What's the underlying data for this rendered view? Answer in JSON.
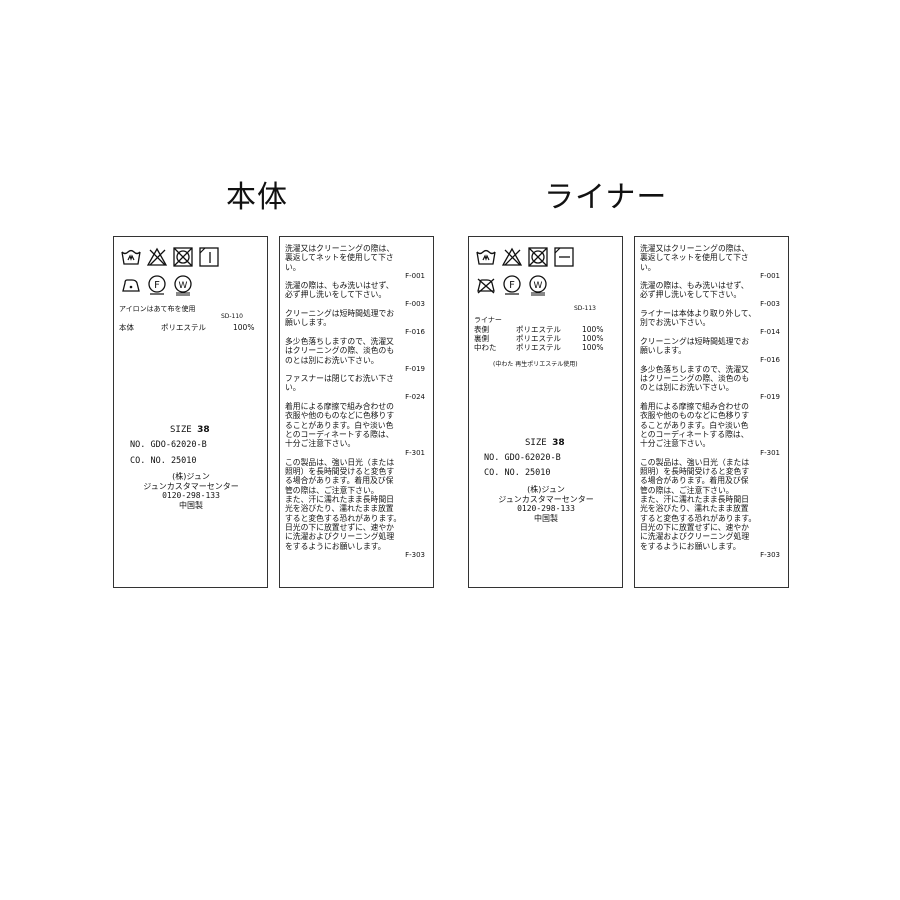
{
  "headings": {
    "body": "本体",
    "liner": "ライナー"
  },
  "body_label": {
    "care_icons": [
      "wash-basin-hand-wash-icon",
      "no-bleach-icon",
      "no-tumble-dry-icon",
      "line-dry-shade-icon",
      "iron-low-temp-icon",
      "dry-clean-f-icon",
      "wet-clean-w-icon"
    ],
    "iron_note": "アイロンはあて布を使用",
    "code": "SD-110",
    "material_part": "本体",
    "material_name": "ポリエステル",
    "material_pct": "100%",
    "size_label": "SIZE",
    "size_value": "38",
    "product_no": "NO. GDO-62020-B",
    "co_no": "CO. NO.  25010",
    "company": "(株)ジュン",
    "customer_center": "ジュンカスタマーセンター",
    "phone": "0120-298-133",
    "origin": "中国製"
  },
  "body_care": {
    "lines": [
      {
        "t": "洗濯又はクリーニングの際は、"
      },
      {
        "t": "裏返してネットを使用して下さ"
      },
      {
        "t": "い。"
      },
      {
        "c": "F-001"
      },
      {
        "t": "洗濯の際は、もみ洗いはせず、"
      },
      {
        "t": "必ず押し洗いをして下さい。"
      },
      {
        "c": "F-003"
      },
      {
        "t": "クリーニングは短時間処理でお"
      },
      {
        "t": "願いします。"
      },
      {
        "c": "F-016"
      },
      {
        "t": "多少色落ちしますので、洗濯又"
      },
      {
        "t": "はクリーニングの際、淡色のも"
      },
      {
        "t": "のとは別にお洗い下さい。"
      },
      {
        "c": "F-019"
      },
      {
        "t": "ファスナーは閉じてお洗い下さ"
      },
      {
        "t": "い。"
      },
      {
        "c": "F-024"
      },
      {
        "t": "着用による摩擦で組み合わせの"
      },
      {
        "t": "衣服や他のものなどに色移りす"
      },
      {
        "t": "ることがあります。白や淡い色"
      },
      {
        "t": "とのコーディネートする際は、"
      },
      {
        "t": "十分ご注意下さい。"
      },
      {
        "c": "F-301"
      },
      {
        "t": "この製品は、強い日光（または"
      },
      {
        "t": "照明）を長時間受けると変色す"
      },
      {
        "t": "る場合があります。着用及び保"
      },
      {
        "t": "管の際は、ご注意下さい。"
      },
      {
        "t": "また、汗に濡れたまま長時間日"
      },
      {
        "t": "光を浴びたり、濡れたまま放置"
      },
      {
        "t": "すると変色する恐れがあります。"
      },
      {
        "t": "日光の下に放置せずに、速やか"
      },
      {
        "t": "に洗濯およびクリーニング処理"
      },
      {
        "t": "をするようにお願いします。"
      },
      {
        "c": "F-303"
      }
    ]
  },
  "liner_label": {
    "care_icons": [
      "wash-basin-hand-wash-icon",
      "no-bleach-icon",
      "no-tumble-dry-icon",
      "flat-dry-shade-icon",
      "no-iron-icon",
      "dry-clean-f-icon",
      "wet-clean-w-icon"
    ],
    "code": "SD-113",
    "liner_title": "ライナー",
    "materials": [
      {
        "part": "表側",
        "name": "ポリエステル",
        "pct": "100%"
      },
      {
        "part": "裏側",
        "name": "ポリエステル",
        "pct": "100%"
      },
      {
        "part": "中わた",
        "name": "ポリエステル",
        "pct": "100%"
      }
    ],
    "recycled_note": "(中わた  再生ポリエステル使用)",
    "size_label": "SIZE",
    "size_value": "38",
    "product_no": "NO. GDO-62020-B",
    "co_no": "CO. NO.  25010",
    "company": "(株)ジュン",
    "customer_center": "ジュンカスタマーセンター",
    "phone": "0120-298-133",
    "origin": "中国製"
  },
  "liner_care": {
    "lines": [
      {
        "t": "洗濯又はクリーニングの際は、"
      },
      {
        "t": "裏返してネットを使用して下さ"
      },
      {
        "t": "い。"
      },
      {
        "c": "F-001"
      },
      {
        "t": "洗濯の際は、もみ洗いはせず、"
      },
      {
        "t": "必ず押し洗いをして下さい。"
      },
      {
        "c": "F-003"
      },
      {
        "t": "ライナーは本体より取り外して、"
      },
      {
        "t": "別でお洗い下さい。"
      },
      {
        "c": "F-014"
      },
      {
        "t": "クリーニングは短時間処理でお"
      },
      {
        "t": "願いします。"
      },
      {
        "c": "F-016"
      },
      {
        "t": "多少色落ちしますので、洗濯又"
      },
      {
        "t": "はクリーニングの際、淡色のも"
      },
      {
        "t": "のとは別にお洗い下さい。"
      },
      {
        "c": "F-019"
      },
      {
        "t": "着用による摩擦で組み合わせの"
      },
      {
        "t": "衣服や他のものなどに色移りす"
      },
      {
        "t": "ることがあります。白や淡い色"
      },
      {
        "t": "とのコーディネートする際は、"
      },
      {
        "t": "十分ご注意下さい。"
      },
      {
        "c": "F-301"
      },
      {
        "t": "この製品は、強い日光（または"
      },
      {
        "t": "照明）を長時間受けると変色す"
      },
      {
        "t": "る場合があります。着用及び保"
      },
      {
        "t": "管の際は、ご注意下さい。"
      },
      {
        "t": "また、汗に濡れたまま長時間日"
      },
      {
        "t": "光を浴びたり、濡れたまま放置"
      },
      {
        "t": "すると変色する恐れがあります。"
      },
      {
        "t": "日光の下に放置せずに、速やか"
      },
      {
        "t": "に洗濯およびクリーニング処理"
      },
      {
        "t": "をするようにお願いします。"
      },
      {
        "c": "F-303"
      }
    ]
  }
}
